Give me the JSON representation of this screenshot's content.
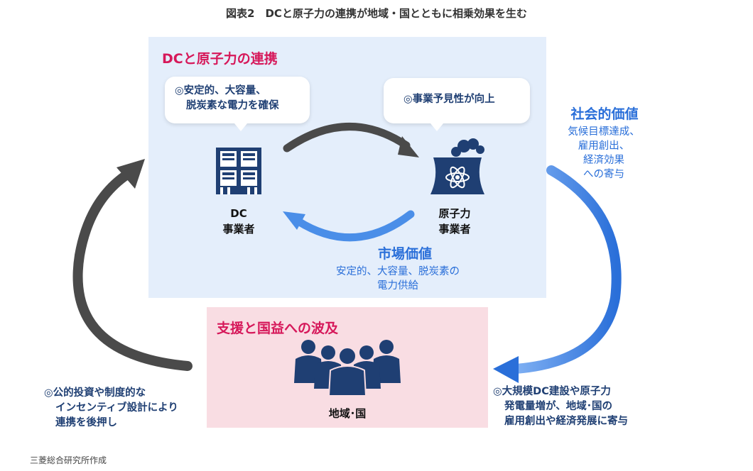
{
  "figure": {
    "title": "図表2　DCと原子力の連携が地域・国とともに相乗効果を生む"
  },
  "top_panel": {
    "heading": "DCと原子力の連携",
    "bubble_left": {
      "line1": "◎安定的、大容量、",
      "line2": "脱炭素な電力を確保"
    },
    "bubble_right": {
      "text": "◎事業予見性が向上"
    },
    "dc_node": {
      "line1": "DC",
      "line2": "事業者",
      "icon": "building-icon"
    },
    "nuclear_node": {
      "line1": "原子力",
      "line2": "事業者",
      "icon": "nuclear-plant-icon"
    },
    "market_value": {
      "title": "市場価値",
      "line1": "安定的、大容量、脱炭素の",
      "line2": "電力供給"
    }
  },
  "social_value": {
    "title": "社会的価値",
    "line1": "気候目標達成、",
    "line2": "雇用創出、",
    "line3": "経済効果",
    "line4": "への寄与"
  },
  "bottom_panel": {
    "heading": "支援と国益への波及",
    "node": {
      "label": "地域･国",
      "icon": "people-group-icon"
    }
  },
  "note_left": {
    "line1": "◎公的投資や制度的な",
    "line2": "インセンティブ設計により",
    "line3": "連携を後押し"
  },
  "note_right": {
    "line1": "◎大規模DC建設や原子力",
    "line2": "発電量増が、地域･国の",
    "line3": "雇用創出や経済発展に寄与"
  },
  "footer": {
    "source": "三菱総合研究所作成"
  },
  "colors": {
    "heading_pink": "#d6185a",
    "value_blue": "#2a6fd9",
    "arrow_gray": "#4a4a4a",
    "icon_navy": "#1f3f73",
    "panel_blue": "#e4eefb",
    "panel_pink": "#f9dde3"
  }
}
